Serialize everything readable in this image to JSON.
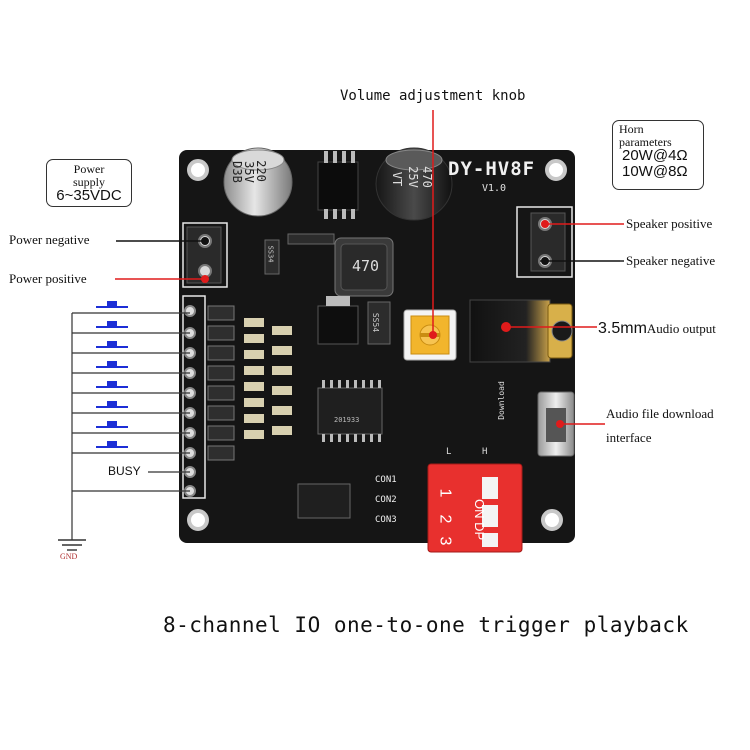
{
  "title": "8-channel IO one-to-one trigger playback",
  "board": {
    "model": "DY-HV8F",
    "version": "V1.0",
    "cap_left": [
      "220",
      "35V",
      "D3B"
    ],
    "cap_right": [
      "470",
      "25V",
      "VT"
    ],
    "inductor": "470",
    "diode1": "SS34",
    "diode2": "SS54",
    "con_labels": [
      "CON1",
      "CON2",
      "CON3"
    ],
    "download": "Download",
    "dip_top": "ON DP",
    "dip_numbers": [
      "1",
      "2",
      "3"
    ],
    "lh": [
      "L",
      "H"
    ],
    "chip_label": "201933"
  },
  "labels": {
    "volume": "Volume adjustment knob",
    "power_supply": [
      "Power",
      "supply",
      "6~35VDC"
    ],
    "horn": [
      "Horn",
      "parameters",
      "20W@4Ω",
      "10W@8Ω"
    ],
    "power_negative": "Power negative",
    "power_positive": "Power positive",
    "speaker_positive": "Speaker positive",
    "speaker_negative": "Speaker negative",
    "audio_output_big": "3.5mm",
    "audio_output": "Audio output",
    "download_line1": "Audio file download",
    "download_line2": "interface",
    "busy": "BUSY",
    "gnd": "GND"
  },
  "colors": {
    "pcb": "#151515",
    "leader_red": "#e01b1b",
    "switch_blue": "#1d2fd6",
    "dip_red": "#e8302e",
    "knob_yellow": "#f2b52c"
  }
}
